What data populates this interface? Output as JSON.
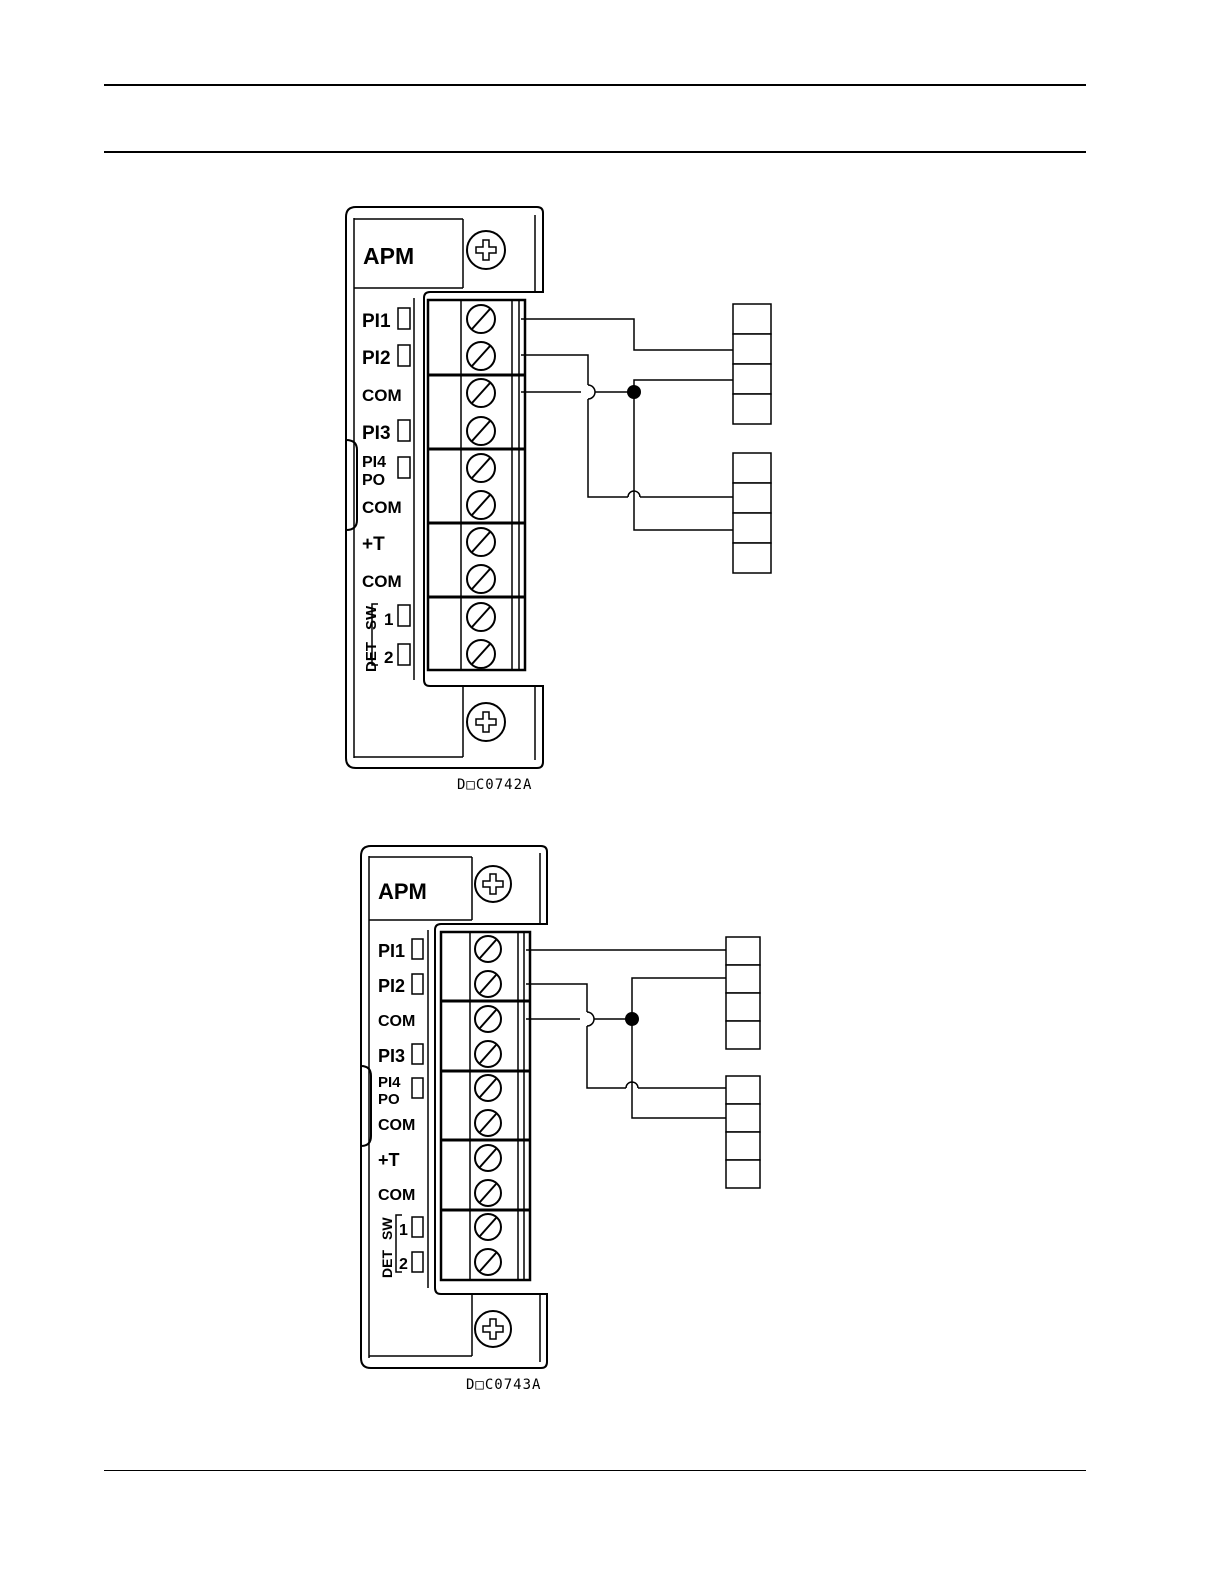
{
  "diagrams": [
    {
      "module_label": "APM",
      "terminal_labels": [
        "PI1",
        "PI2",
        "COM",
        "PI3",
        "PI4",
        "PO",
        "COM",
        "+T",
        "COM",
        "SW",
        "DET",
        "1",
        "2"
      ],
      "drawing_code": "D□C0742A"
    },
    {
      "module_label": "APM",
      "terminal_labels": [
        "PI1",
        "PI2",
        "COM",
        "PI3",
        "PI4",
        "PO",
        "COM",
        "+T",
        "COM",
        "SW",
        "DET",
        "1",
        "2"
      ],
      "drawing_code": "D□C0743A"
    }
  ],
  "colors": {
    "ink": "#000000",
    "paper": "#ffffff"
  }
}
